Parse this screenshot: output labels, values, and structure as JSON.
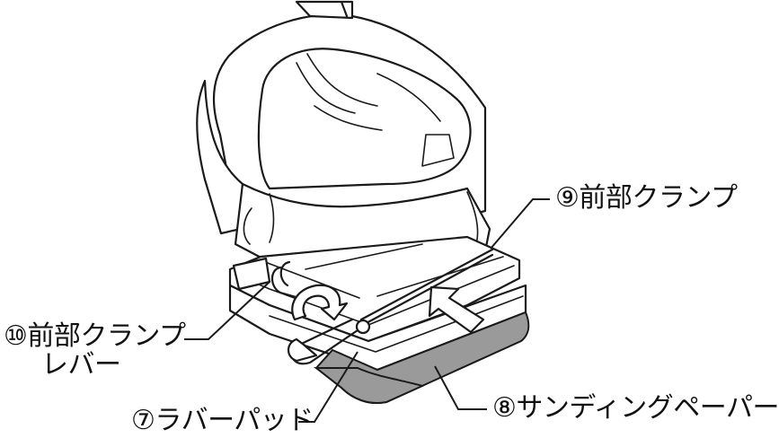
{
  "labels": {
    "front_clamp": "⑨前部クランプ",
    "front_clamp_lever_line1": "⑩前部クランプ",
    "front_clamp_lever_line2": "レバー",
    "sanding_paper": "⑧サンディングペーパー",
    "rubber_pad": "⑦ラバーパッド"
  },
  "colors": {
    "outline": "#1a1a1a",
    "paper_fill": "#9a9a9a",
    "background": "#ffffff"
  }
}
